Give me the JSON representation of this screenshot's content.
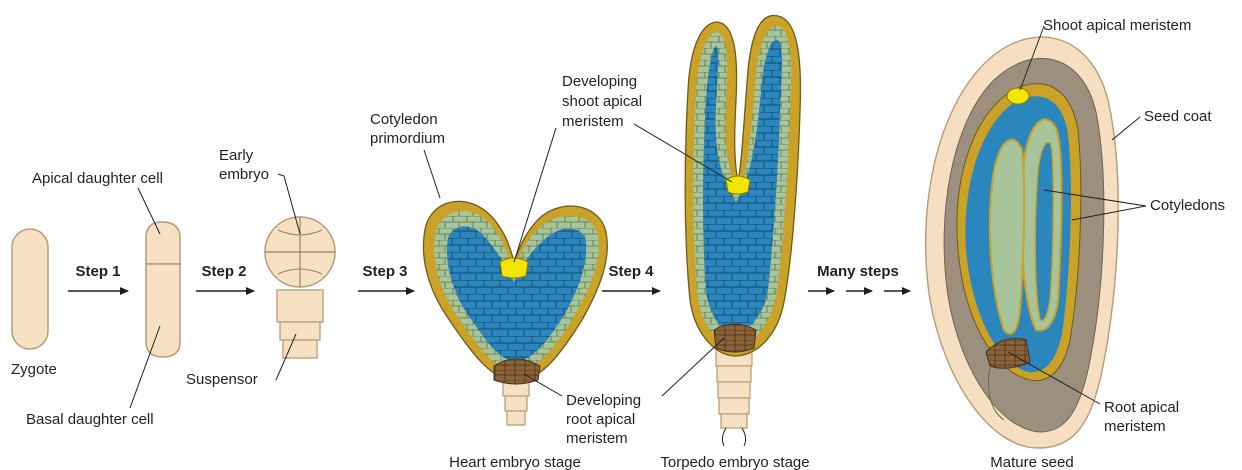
{
  "colors": {
    "cell_fill": "#f7e1c3",
    "cell_outline": "#b89a78",
    "protoderm": "#c9a227",
    "ground_tissue": "#a8c49a",
    "provascular": "#2b86bd",
    "meristem_yellow": "#f2e600",
    "root_meristem": "#8b6239",
    "seed_coat": "#f5dfc0",
    "endosperm": "#9c8f7d"
  },
  "steps": {
    "step1": "Step 1",
    "step2": "Step 2",
    "step3": "Step 3",
    "step4": "Step 4",
    "many": "Many steps"
  },
  "labels": {
    "zygote": "Zygote",
    "apical_daughter": "Apical daughter cell",
    "basal_daughter": "Basal daughter cell",
    "early_embryo_1": "Early",
    "early_embryo_2": "embryo",
    "suspensor": "Suspensor",
    "cotyledon_primordium_1": "Cotyledon",
    "cotyledon_primordium_2": "primordium",
    "dev_shoot_1": "Developing",
    "dev_shoot_2": "shoot apical",
    "dev_shoot_3": "meristem",
    "dev_root_1": "Developing",
    "dev_root_2": "root apical",
    "dev_root_3": "meristem",
    "shoot_apical_meristem": "Shoot apical meristem",
    "seed_coat": "Seed coat",
    "cotyledons": "Cotyledons",
    "root_apical_1": "Root apical",
    "root_apical_2": "meristem"
  },
  "stages": {
    "heart": "Heart embryo stage",
    "torpedo": "Torpedo embryo stage",
    "mature": "Mature seed"
  }
}
